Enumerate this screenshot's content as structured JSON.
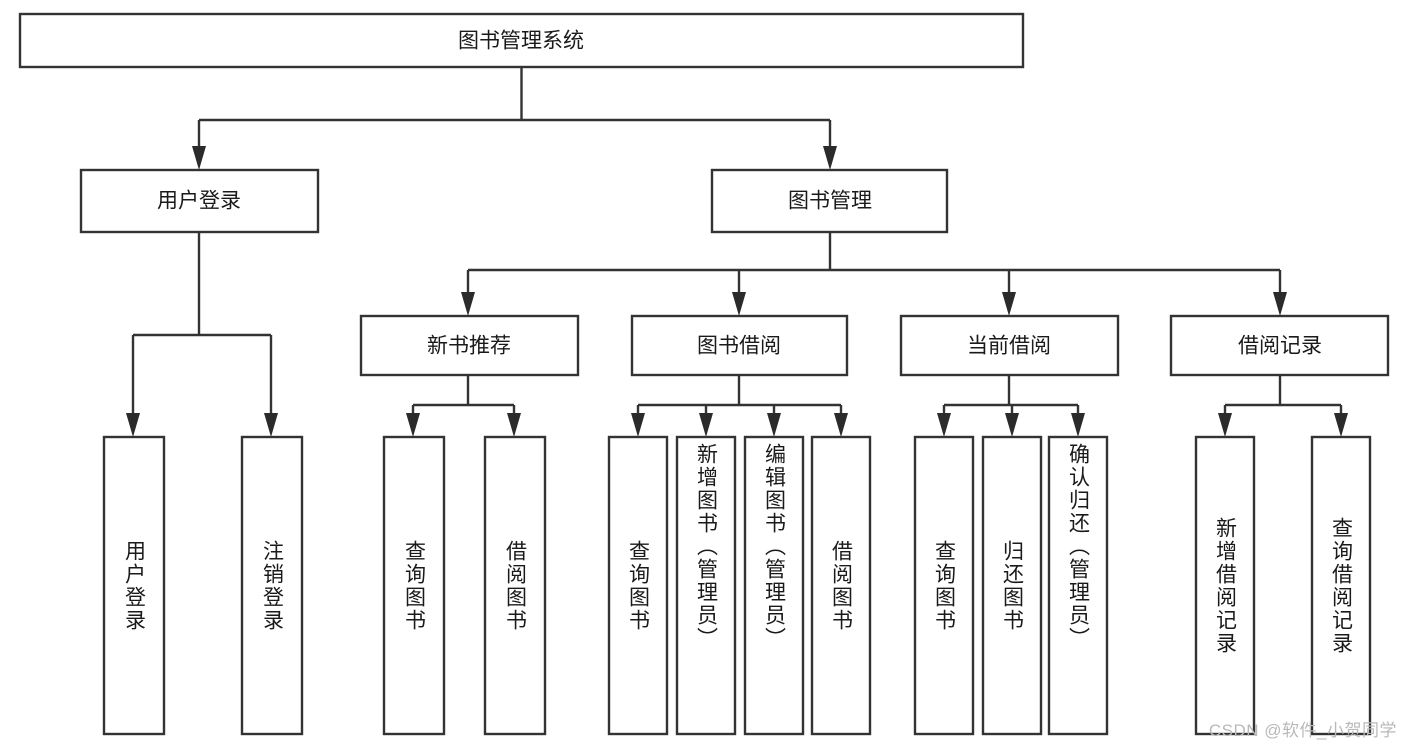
{
  "diagram": {
    "type": "tree",
    "title": "图书管理系统",
    "watermark": "CSDN @软件_小贺同学",
    "colors": {
      "box_stroke": "#333333",
      "box_fill": "#ffffff",
      "text": "#1a1a1a",
      "watermark": "#b9b9b9",
      "background": "#ffffff"
    },
    "root": {
      "label": "图书管理系统"
    },
    "level2": [
      {
        "label": "用户登录"
      },
      {
        "label": "图书管理"
      }
    ],
    "level3": [
      {
        "label": "新书推荐"
      },
      {
        "label": "图书借阅"
      },
      {
        "label": "当前借阅"
      },
      {
        "label": "借阅记录"
      }
    ],
    "leaves": {
      "user_login": [
        {
          "label": "用户登录"
        },
        {
          "label": "注销登录"
        }
      ],
      "new_book_recommend": [
        {
          "label": "查询图书"
        },
        {
          "label": "借阅图书"
        }
      ],
      "book_borrow": [
        {
          "label": "查询图书"
        },
        {
          "label": "新增图书（管理员）"
        },
        {
          "label": "编辑图书（管理员）"
        },
        {
          "label": "借阅图书"
        }
      ],
      "current_borrow": [
        {
          "label": "查询图书"
        },
        {
          "label": "归还图书"
        },
        {
          "label": "确认归还（管理员）"
        }
      ],
      "borrow_record": [
        {
          "label": "新增借阅记录"
        },
        {
          "label": "查询借阅记录"
        }
      ]
    }
  }
}
